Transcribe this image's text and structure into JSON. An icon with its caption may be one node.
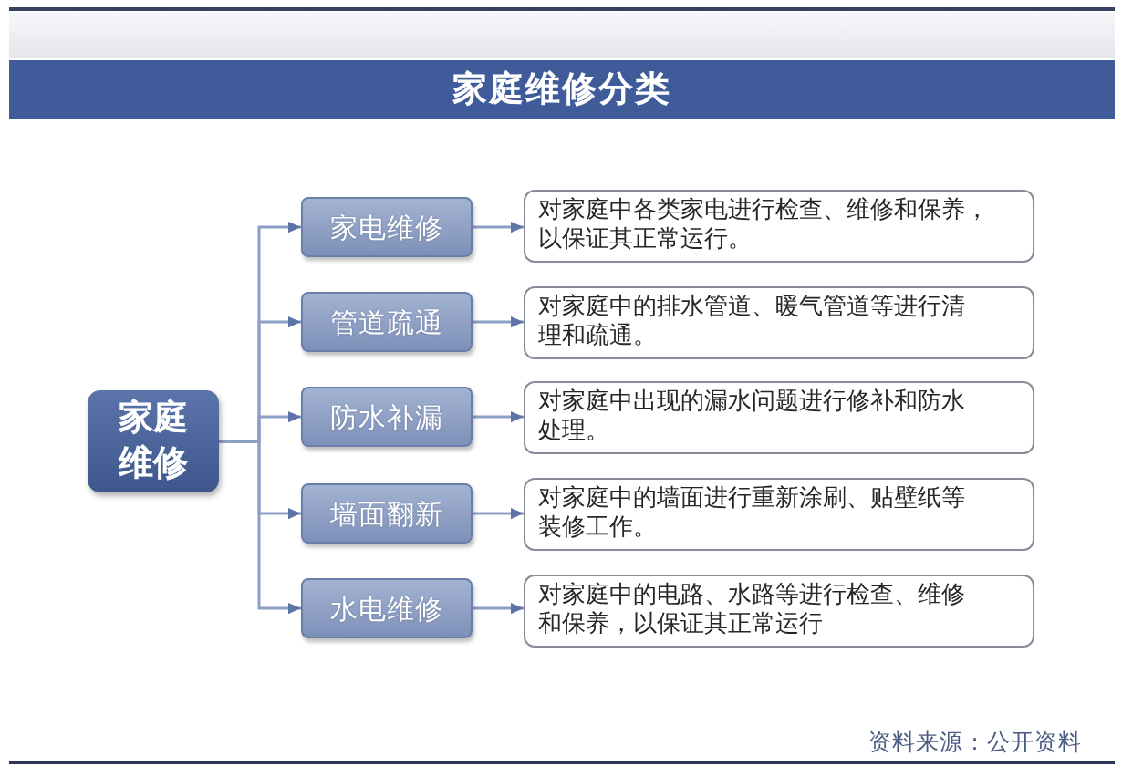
{
  "diagram": {
    "title": "家庭维修分类",
    "nodes": [
      {
        "text": [
          "家庭维修"
        ]
      },
      {
        "text": [
          "家电维修"
        ]
      },
      {
        "text": [
          "管道疏通"
        ]
      },
      {
        "text": [
          "防水补漏"
        ]
      },
      {
        "text": [
          "墙面翻新"
        ]
      },
      {
        "text": [
          "水电维修"
        ]
      },
      {
        "text": [
          "对家庭中各类家电进行检查、维修和保养，以保证其正常运行。"
        ]
      },
      {
        "text": [
          "对家庭中的排水管道、暖气管道等进行清理和疏通。"
        ]
      },
      {
        "text": [
          "对家庭中出现的漏水问题进行修补和防水处理。"
        ]
      },
      {
        "text": [
          "对家庭中的墙面进行重新涂刷、贴壁纸等装修工作。"
        ]
      },
      {
        "text": [
          "对家庭中的电路、水路等进行检查、维修和保养，以保证其正常运行"
        ]
      }
    ],
    "edges": [
      {
        "from": 0,
        "to": 1,
        "arrow": "to"
      },
      {
        "from": 0,
        "to": 2,
        "arrow": "to"
      },
      {
        "from": 0,
        "to": 3,
        "arrow": "to"
      },
      {
        "from": 0,
        "to": 4,
        "arrow": "to"
      },
      {
        "from": 0,
        "to": 5,
        "arrow": "to"
      },
      {
        "from": 1,
        "to": 6,
        "arrow": "to"
      },
      {
        "from": 2,
        "to": 7,
        "arrow": "to"
      },
      {
        "from": 3,
        "to": 8,
        "arrow": "to"
      },
      {
        "from": 4,
        "to": 9,
        "arrow": "to"
      },
      {
        "from": 5,
        "to": 10,
        "arrow": "to"
      }
    ],
    "labels": [
      "资料来源：公开资料"
    ]
  }
}
